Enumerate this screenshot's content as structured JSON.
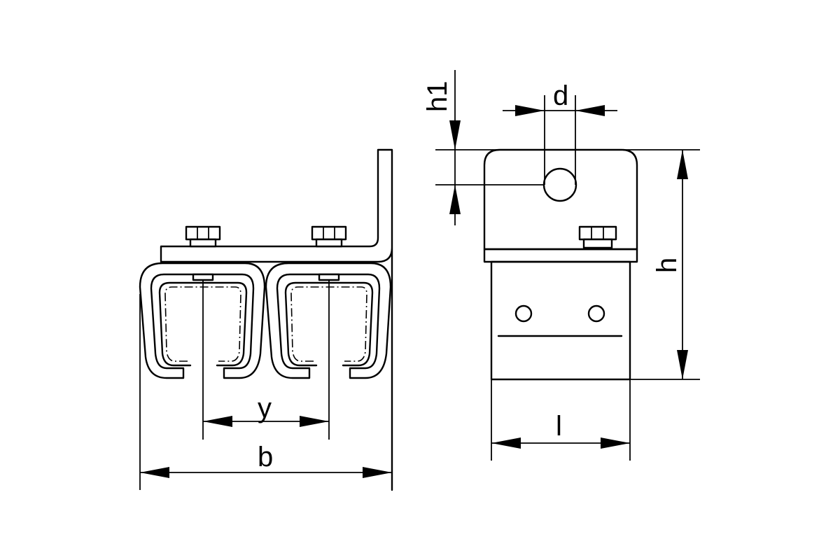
{
  "dimensions": {
    "b": "b",
    "y": "y",
    "l": "l",
    "h": "h",
    "h1": "h1",
    "d": "d"
  }
}
